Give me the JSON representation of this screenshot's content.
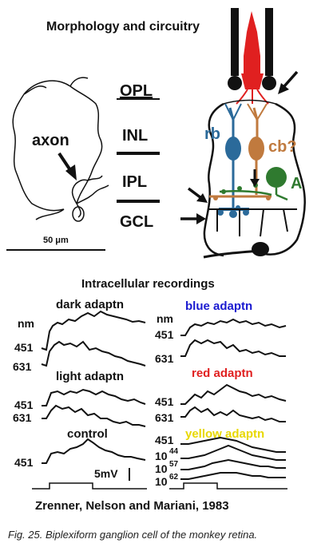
{
  "figure": {
    "title": "Morphology and circuitry",
    "axon_label": "axon",
    "scale_label": "50 μm",
    "layers": [
      "OPL",
      "INL",
      "IPL",
      "GCL"
    ],
    "cell_labels": {
      "rb": "rb",
      "cb": "cb?",
      "a": "A"
    },
    "recordings_title": "Intracellular recordings",
    "left_panel": {
      "unit": "nm",
      "dark": "dark adaptn",
      "light": "light adaptn",
      "control": "control",
      "w451": "451",
      "w631": "631",
      "scale": "5mV"
    },
    "right_panel": {
      "unit": "nm",
      "blue": "blue adaptn",
      "red": "red adaptn",
      "yellow": "yellow adaptn",
      "w451": "451",
      "w631": "631",
      "ten": "10",
      "e44": "44",
      "e57": "57",
      "e62": "62"
    },
    "credit": "Zrenner, Nelson and Mariani, 1983",
    "caption": "Fig. 25. Biplexiform ganglion cell of the monkey retina.",
    "colors": {
      "rb": "#2b6a9a",
      "cb": "#c07a3e",
      "a": "#2f7a2f",
      "red": "#e02020",
      "blue": "#1a1ad0",
      "red_label": "#e02020",
      "yellow_label": "#e8d800"
    }
  }
}
